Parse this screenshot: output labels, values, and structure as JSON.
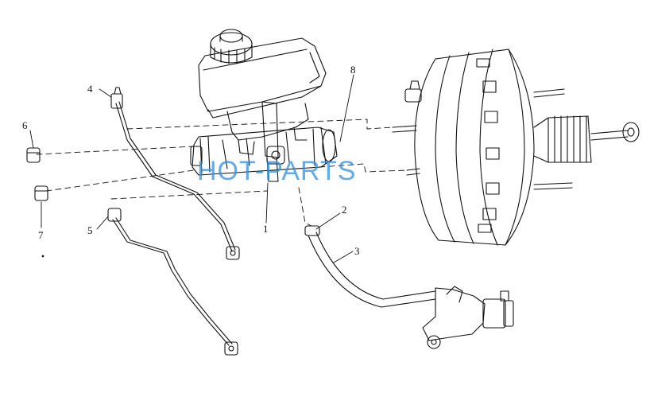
{
  "callouts": [
    "1",
    "2",
    "3",
    "4",
    "5",
    "6",
    "7",
    "8"
  ],
  "watermark": "HOT-PARTS",
  "colors": {
    "line": "#111111",
    "watermark": "#2f8fe0",
    "background": "#ffffff"
  }
}
